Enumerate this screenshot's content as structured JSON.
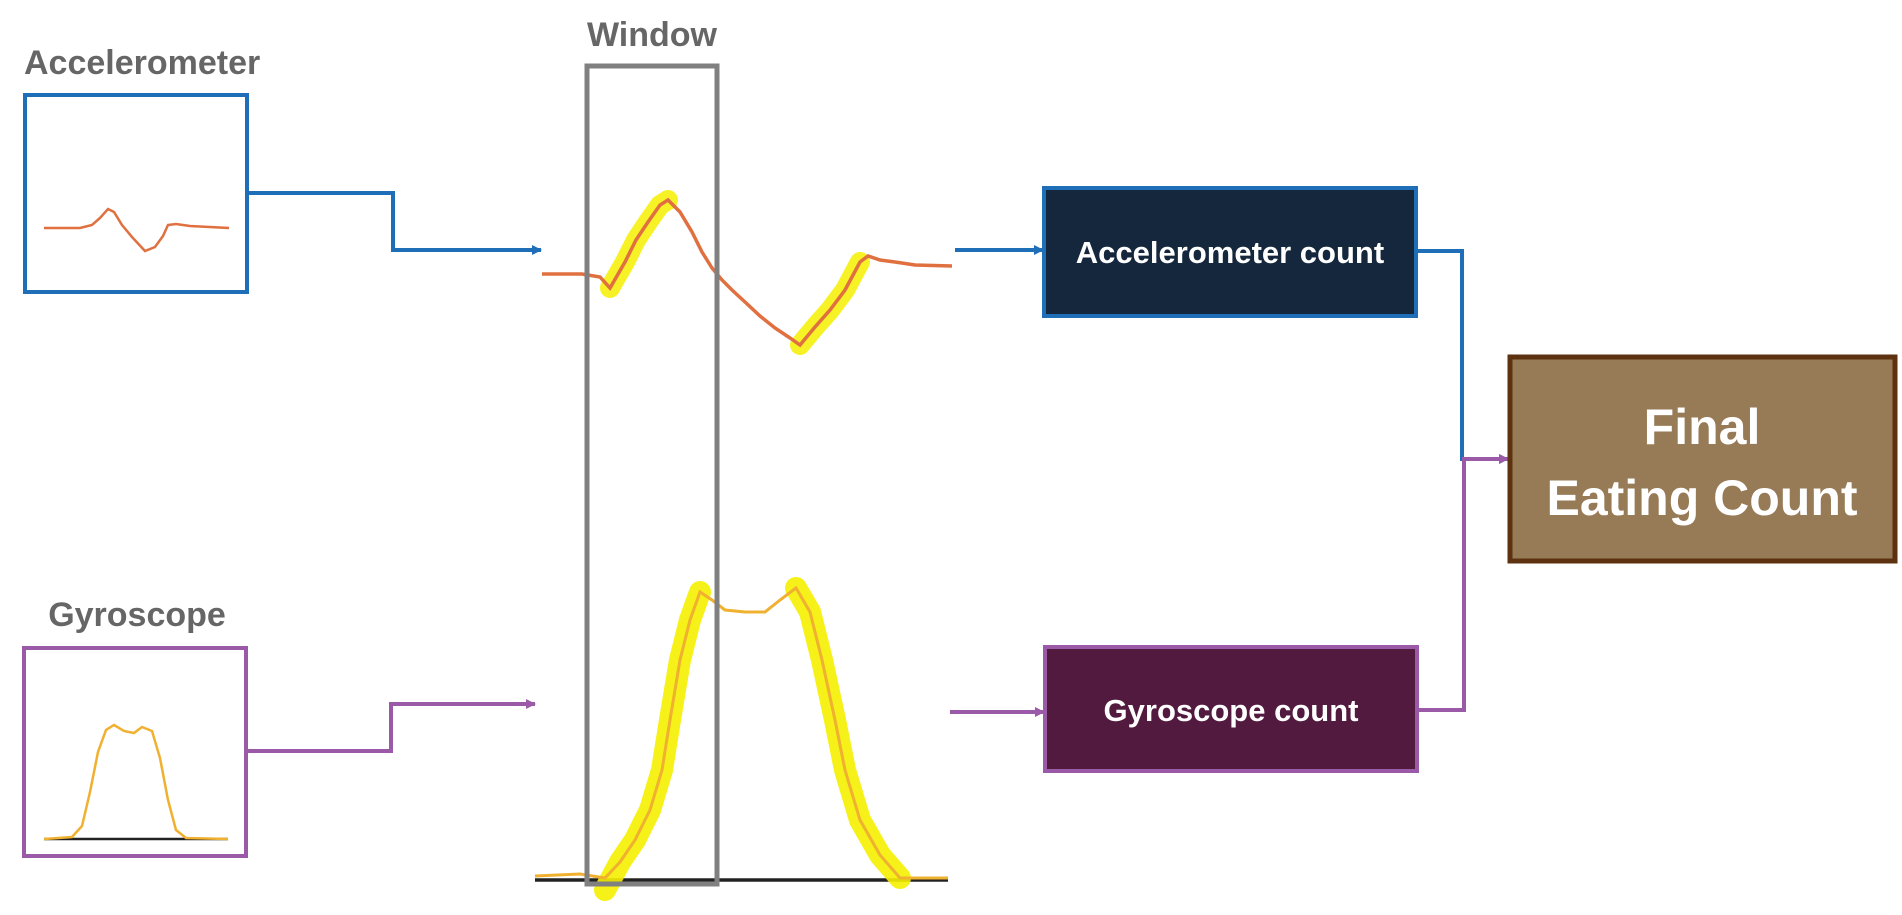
{
  "labels": {
    "accelerometer": "Accelerometer",
    "gyroscope": "Gyroscope",
    "window": "Window"
  },
  "boxes": {
    "accelerometer_count": "Accelerometer count",
    "gyroscope_count": "Gyroscope count",
    "final_line1": "Final",
    "final_line2": "Eating Count"
  },
  "colors": {
    "accelerometer": "#1f6fb8",
    "gyroscope": "#9b5aa8",
    "window": "#808080",
    "accel_signal": "#e07040",
    "gyro_signal": "#f0b030",
    "highlight": "#f5f000",
    "accel_count_fill": "#14273d",
    "gyro_count_fill": "#521a3e",
    "final_fill": "#977a56",
    "final_border": "#5c3210"
  }
}
